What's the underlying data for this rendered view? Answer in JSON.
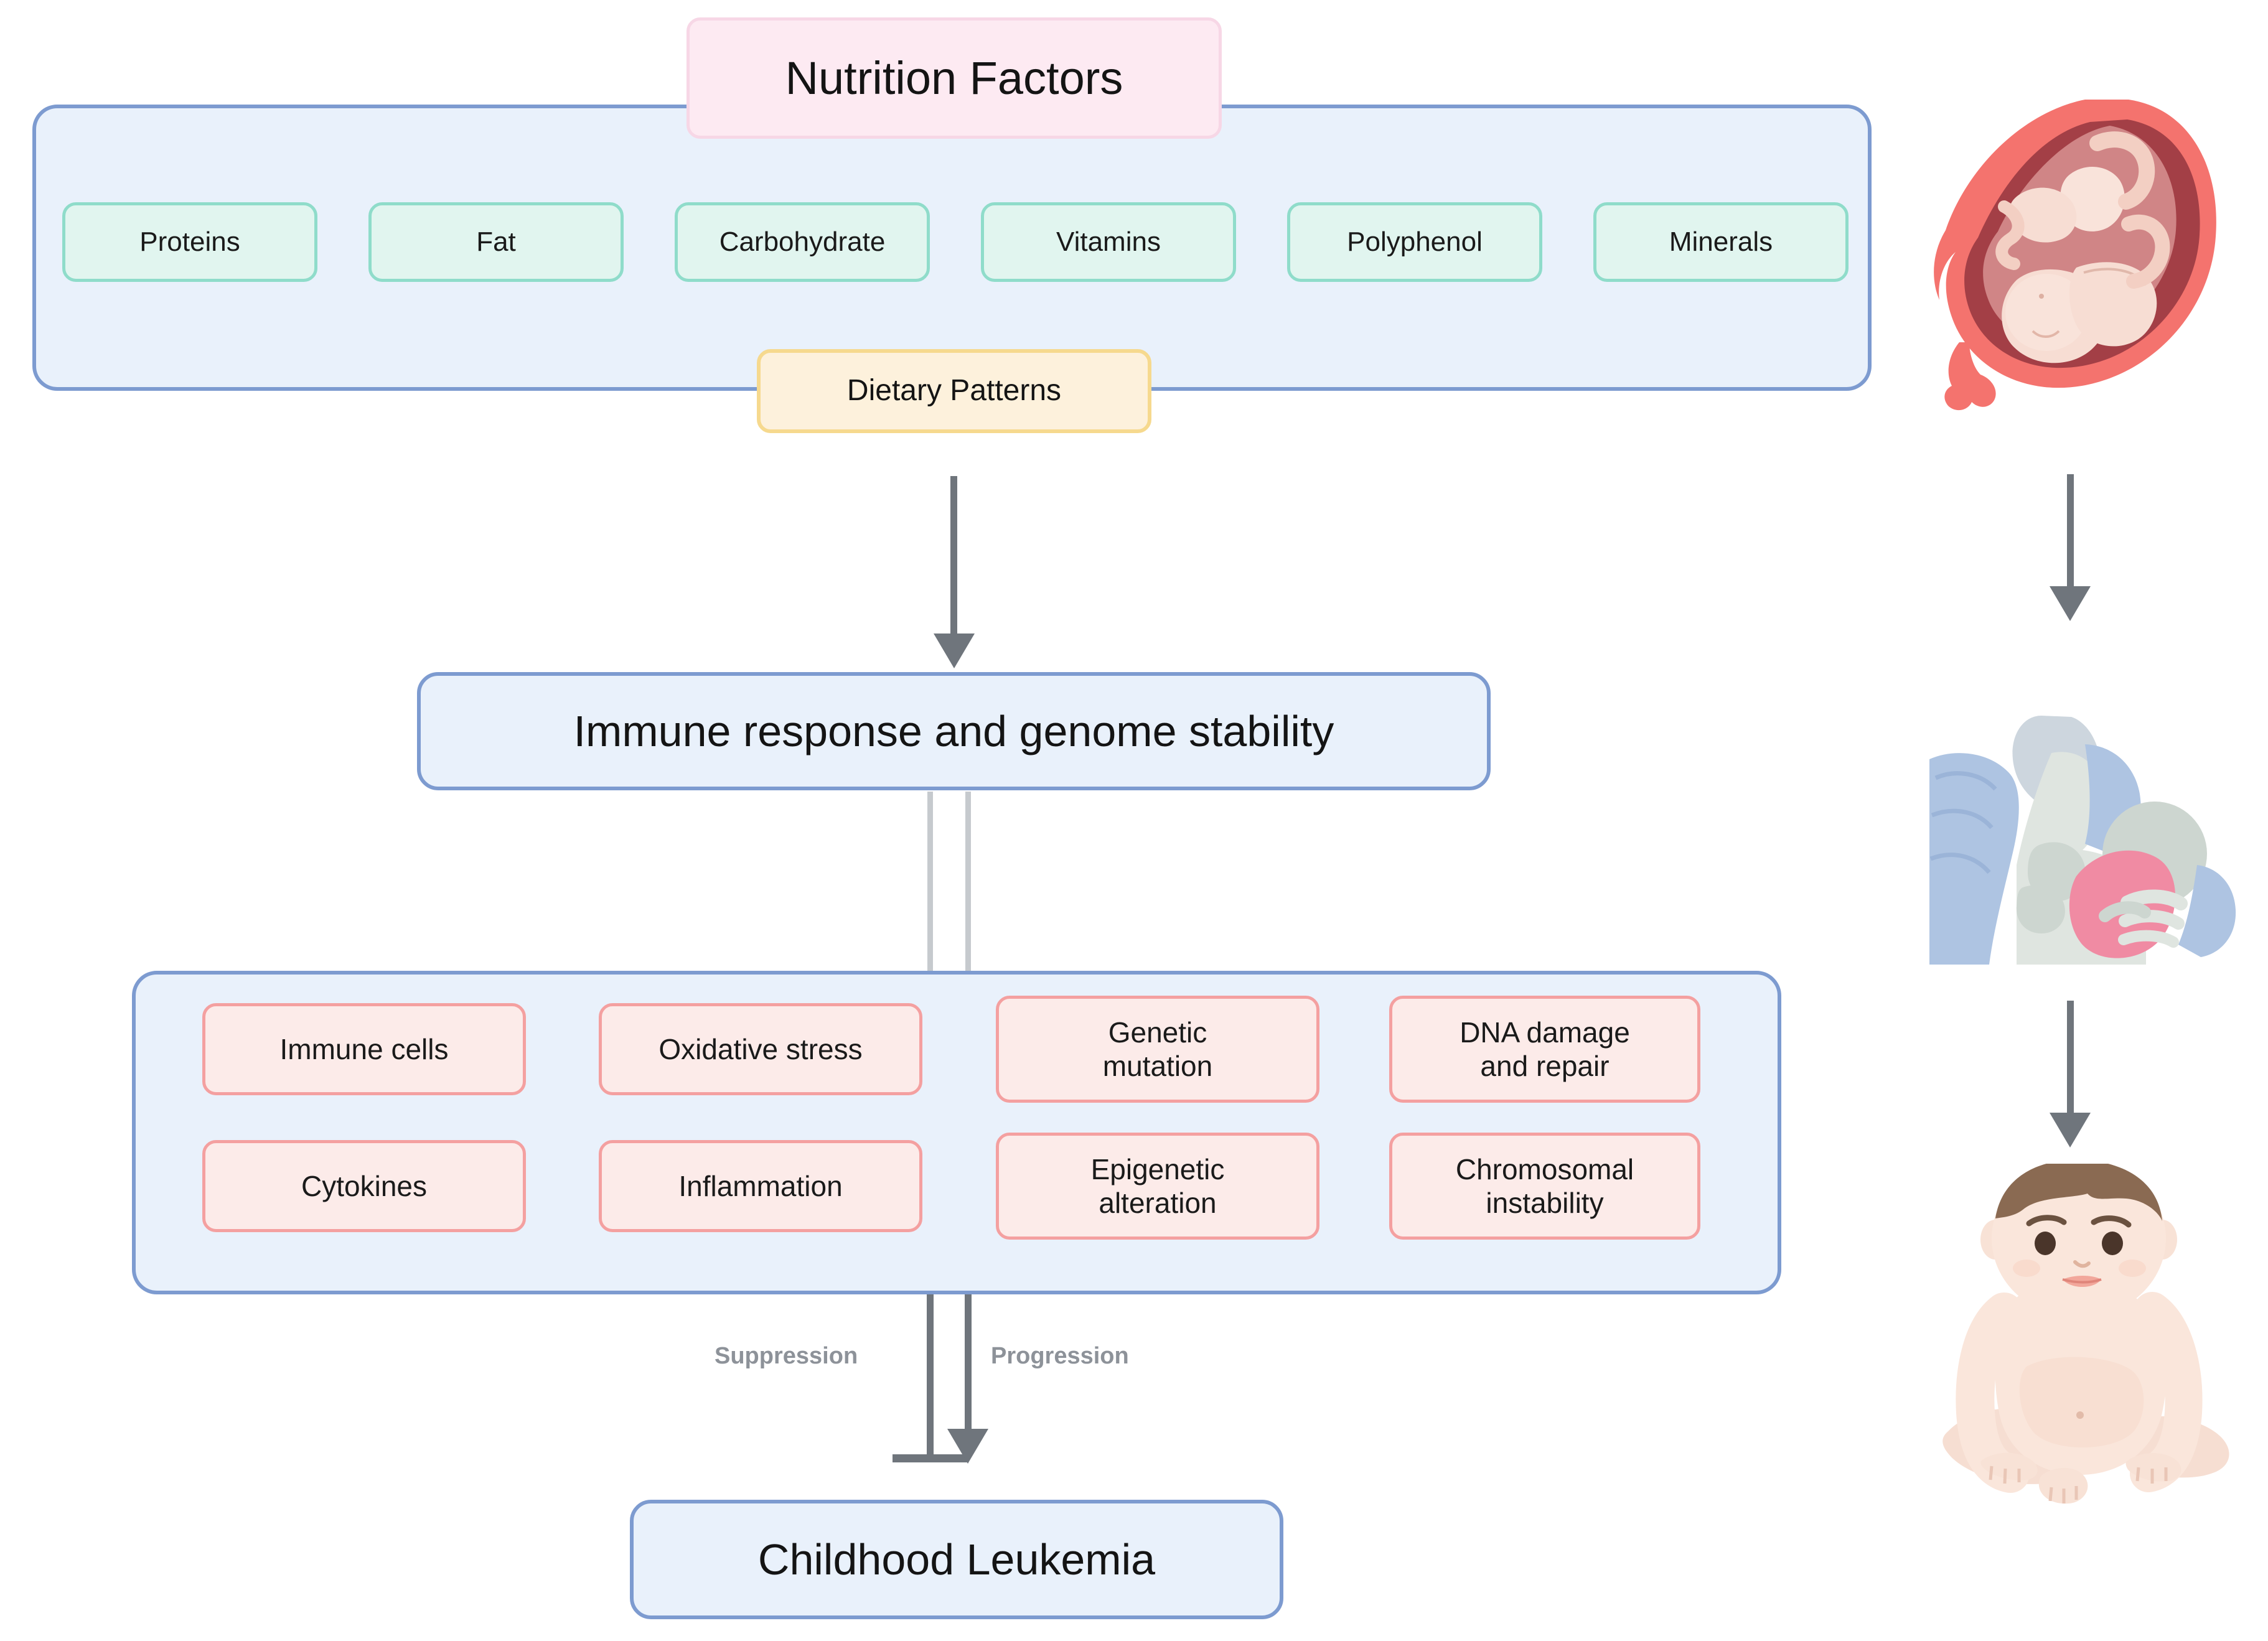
{
  "diagram": {
    "title_chip": "Nutrition Factors",
    "nutrition_panel": {
      "factors": [
        {
          "label": "Proteins"
        },
        {
          "label": "Fat"
        },
        {
          "label": "Carbohydrate"
        },
        {
          "label": "Vitamins"
        },
        {
          "label": "Polyphenol"
        },
        {
          "label": "Minerals"
        }
      ],
      "dietary_patterns": "Dietary Patterns"
    },
    "mid_stage": "Immune response and genome stability",
    "mechanisms": {
      "row1": [
        {
          "label": "Immune cells"
        },
        {
          "label": "Oxidative stress"
        },
        {
          "label": "Genetic\nmutation"
        },
        {
          "label": "DNA damage\nand repair"
        }
      ],
      "row2": [
        {
          "label": "Cytokines"
        },
        {
          "label": "Inflammation"
        },
        {
          "label": "Epigenetic\nalteration"
        },
        {
          "label": "Chromosomal\ninstability"
        }
      ]
    },
    "edge_labels": {
      "suppression": "Suppression",
      "progression": "Progression"
    },
    "outcome": "Childhood Leukemia",
    "illustrations": [
      {
        "name": "fetus-in-utero-illustration"
      },
      {
        "name": "breastfeeding-mother-illustration"
      },
      {
        "name": "sitting-infant-illustration"
      }
    ],
    "colors": {
      "panel_fill": "#e9f1fb",
      "panel_border": "#7d9bd0",
      "green_chip_fill": "#e1f5ef",
      "green_chip_border": "#8fdcca",
      "pink_title_fill": "#fdeaf2",
      "pink_title_border": "#f7d7e6",
      "yellow_fill": "#fdf1dc",
      "yellow_border": "#f6d98e",
      "rose_fill": "#fcebe9",
      "rose_border": "#f4a0a0",
      "arrow": "#6f757c",
      "label_gray": "#8d9299"
    }
  }
}
